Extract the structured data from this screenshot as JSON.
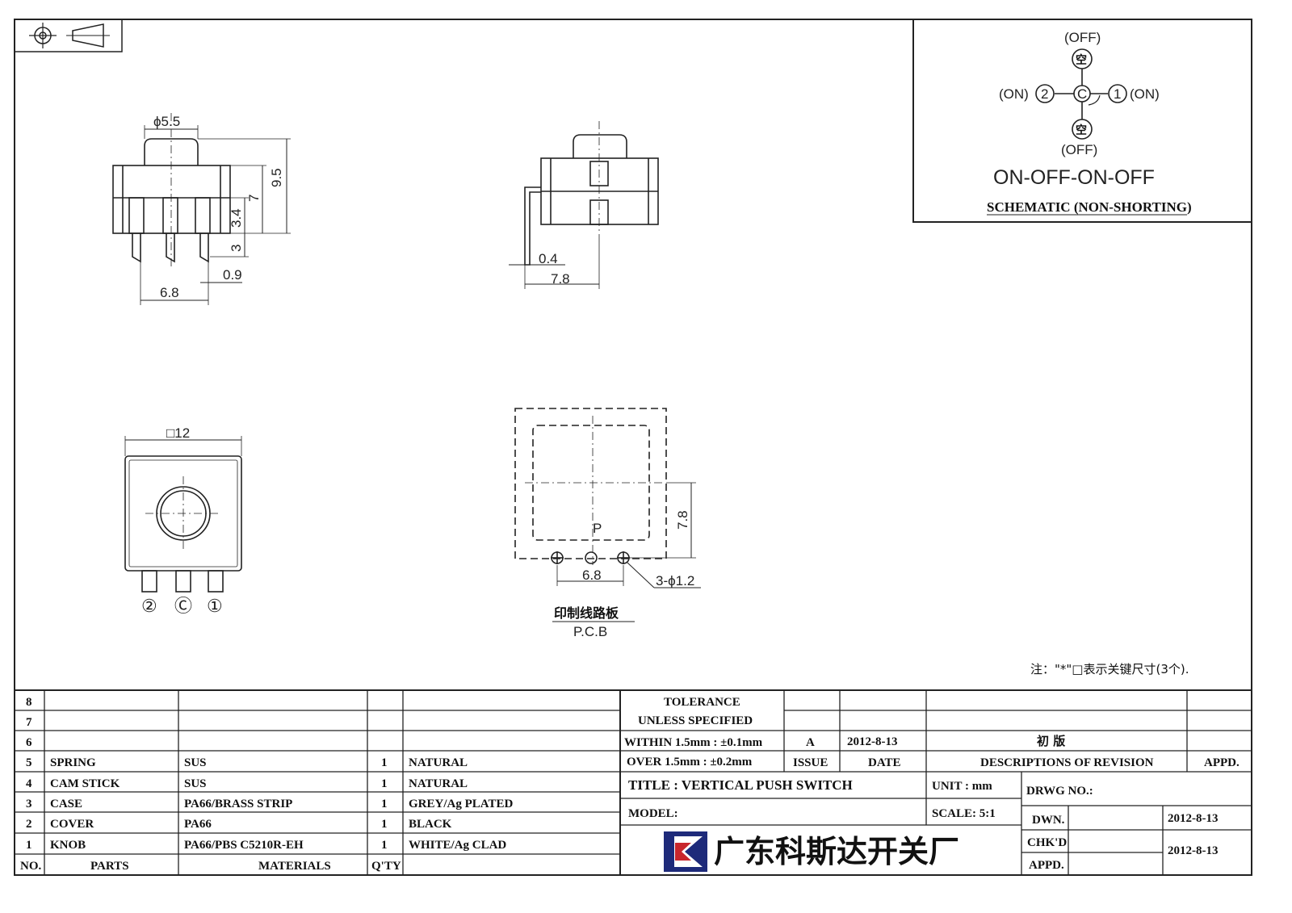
{
  "views": {
    "front": {
      "dia": "ϕ5.5",
      "h_total": "9.5",
      "h_body": "7",
      "h_pin": "3.4",
      "h_lead": "3",
      "pin_w": "0.9",
      "pitch": "6.8"
    },
    "side": {
      "thick": "0.4",
      "width": "7.8"
    },
    "bottom": {
      "size": "□12",
      "pin2": "②",
      "pinc": "Ⓒ",
      "pin1": "①"
    },
    "pcb": {
      "h": "7.8",
      "pitch": "6.8",
      "holes": "3-ϕ1.2",
      "p_label": "P",
      "label_cn": "印制线路板",
      "label_en": "P.C.B"
    }
  },
  "schematic": {
    "off_top": "(OFF)",
    "off_bottom": "(OFF)",
    "kong": "空",
    "center": "C",
    "on_left": "(ON)",
    "on_right": "(ON)",
    "num_left": "2",
    "num_right": "1",
    "title": "ON-OFF-ON-OFF",
    "subtitle": "SCHEMATIC (NON-SHORTING)"
  },
  "note": "注：\"*\"□表示关键尺寸(3个).",
  "parts_table": {
    "rows": [
      {
        "no": "8",
        "part": "",
        "material": "",
        "qty": "",
        "finish": ""
      },
      {
        "no": "7",
        "part": "",
        "material": "",
        "qty": "",
        "finish": ""
      },
      {
        "no": "6",
        "part": "",
        "material": "",
        "qty": "",
        "finish": ""
      },
      {
        "no": "5",
        "part": "SPRING",
        "material": "SUS",
        "qty": "1",
        "finish": "NATURAL"
      },
      {
        "no": "4",
        "part": "CAM STICK",
        "material": "SUS",
        "qty": "1",
        "finish": "NATURAL"
      },
      {
        "no": "3",
        "part": "CASE",
        "material": "PA66/BRASS STRIP",
        "qty": "1",
        "finish": "GREY/Ag PLATED"
      },
      {
        "no": "2",
        "part": "COVER",
        "material": "PA66",
        "qty": "1",
        "finish": "BLACK"
      },
      {
        "no": "1",
        "part": "KNOB",
        "material": "PA66/PBS C5210R-EH",
        "qty": "1",
        "finish": "WHITE/Ag CLAD"
      }
    ],
    "headers": {
      "no": "NO.",
      "parts": "PARTS",
      "materials": "MATERIALS",
      "qty": "Q'TY"
    }
  },
  "title_block": {
    "tolerance": "TOLERANCE",
    "unless": "UNLESS SPECIFIED",
    "within": "WITHIN 1.5mm : ±0.1mm",
    "over": "OVER 1.5mm : ±0.2mm",
    "issue_val": "A",
    "date_val": "2012-8-13",
    "desc_val": "初 版",
    "issue": "ISSUE",
    "date": "DATE",
    "desc": "DESCRIPTIONS OF REVISION",
    "appd_h": "APPD.",
    "title": "TITLE : VERTICAL PUSH SWITCH",
    "unit": "UNIT : mm",
    "drwg": "DRWG NO.:",
    "model": "MODEL:",
    "scale": "SCALE: 5:1",
    "dwn": "DWN.",
    "dwn_date": "2012-8-13",
    "chkd": "CHK'D",
    "appd": "APPD.",
    "chk_date": "2012-8-13",
    "company": "广东科斯达开关厂"
  }
}
